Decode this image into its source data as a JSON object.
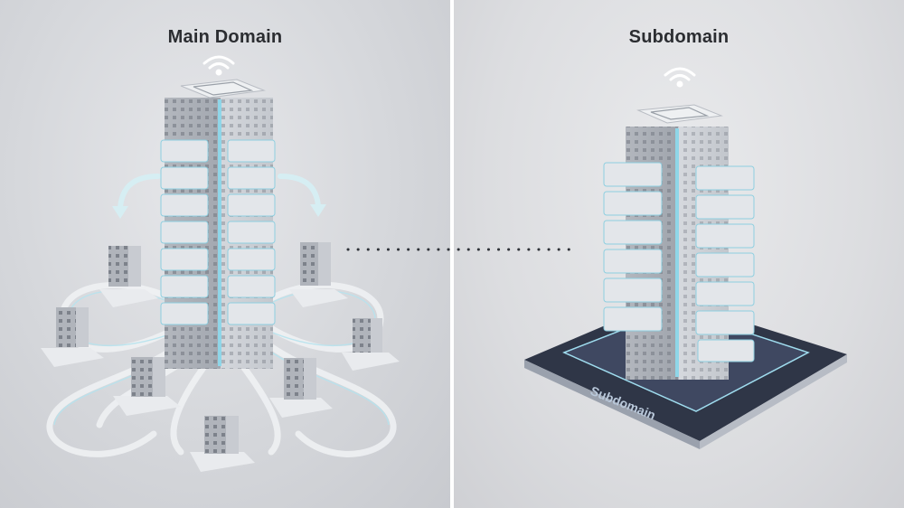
{
  "left_panel": {
    "title": "Main Domain"
  },
  "right_panel": {
    "title": "Subdomain",
    "base_label": "Subdomain"
  },
  "colors": {
    "accent_glow": "#7fd3e6",
    "tower_light": "#c9ccd2",
    "tower_dark": "#9ea3ab",
    "base_dark": "#3d4559",
    "divider": "#ffffff"
  }
}
